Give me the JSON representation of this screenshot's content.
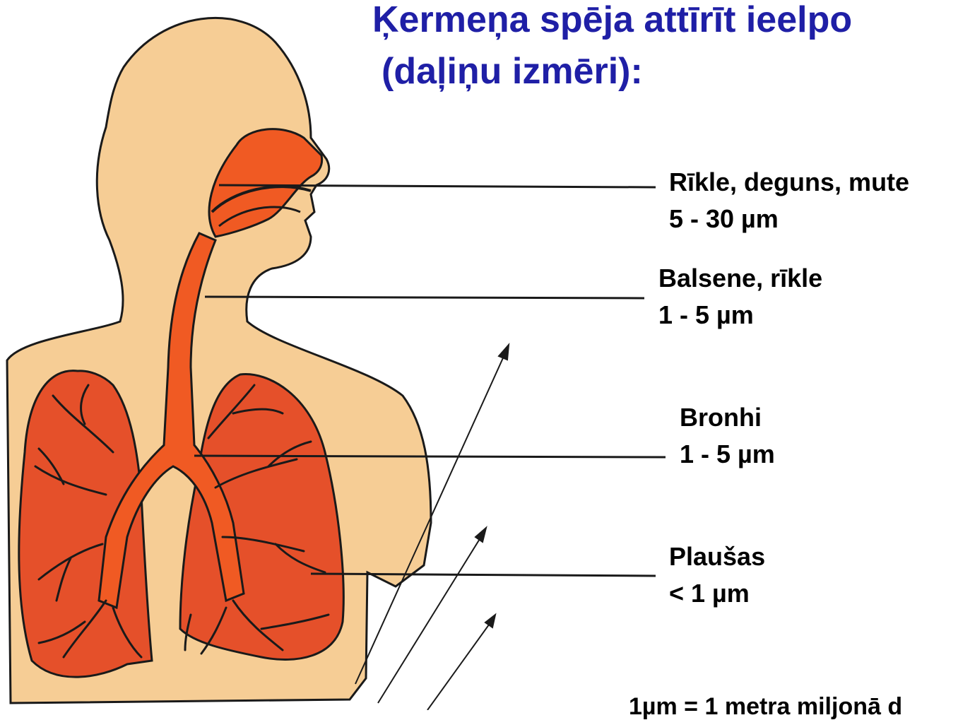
{
  "title": {
    "line1": "Ķermeņa spēja attīrīt ieelpo",
    "line2": "(daļiņu izmēri):"
  },
  "labels": [
    {
      "name": "Rīkle, deguns, mute",
      "size": "5 - 30 µm"
    },
    {
      "name": "Balsene, rīkle",
      "size": "1 - 5 µm"
    },
    {
      "name": "Bronhi",
      "size": "1 - 5 µm"
    },
    {
      "name": "Plaušas",
      "size": "< 1 µm"
    }
  ],
  "footnote": "1µm = 1 metra miljonā d",
  "colors": {
    "title": "#1f1fa6",
    "skin": "#f6cd95",
    "airway": "#f05a23",
    "lung": "#e5502a",
    "outline": "#1a1a1a"
  }
}
